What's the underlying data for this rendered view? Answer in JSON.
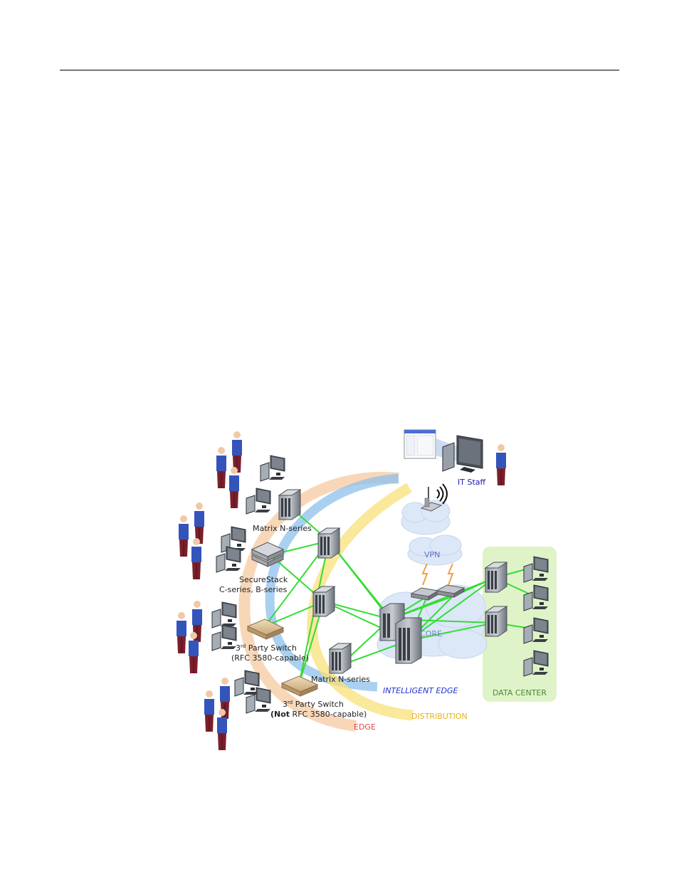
{
  "diagram": {
    "labels": {
      "matrix_top": "Matrix N-series",
      "securestack_1": "SecureStack",
      "securestack_2": "C-series, B-series",
      "third_party_1a": "3",
      "third_party_1a_sup": "rd",
      "third_party_1b": " Party Switch",
      "third_party_1c": "(RFC 3580-capable)",
      "third_party_2a": "3",
      "third_party_2a_sup": "rd",
      "third_party_2b": " Party Switch",
      "third_party_2c_bold": "(Not",
      "third_party_2c": " RFC 3580-capable)",
      "matrix_bottom": "Matrix N-series",
      "it_staff": "IT Staff",
      "vpn": "VPN",
      "core": "CORE",
      "intelligent_edge": "INTELLIGENT EDGE",
      "distribution": "DISTRIBUTION",
      "edge": "EDGE",
      "data_center": "DATA CENTER"
    },
    "colors": {
      "link": "#33dd33",
      "edge_arc": "#f5c9a0",
      "distribution_arc": "#f8e07a",
      "intelligent_edge_arc": "#8ec0ec",
      "data_center_bg": "#dff3c8",
      "cloud": "#dce8f8",
      "user_shirt": "#3355bb",
      "user_pants": "#7a1f2a"
    }
  }
}
